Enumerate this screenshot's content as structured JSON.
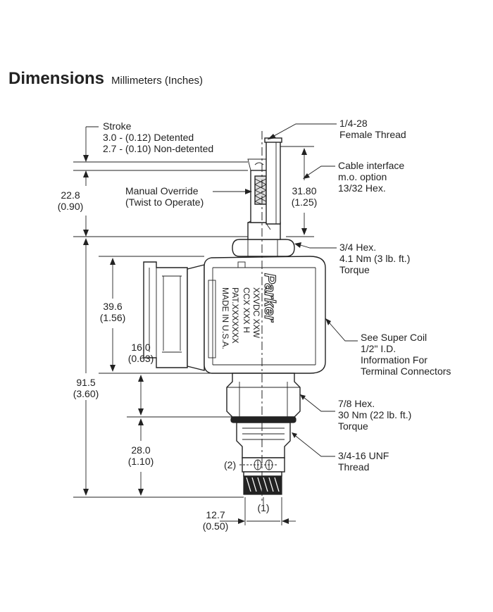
{
  "header": {
    "title": "Dimensions",
    "subtitle": "Millimeters (Inches)"
  },
  "callouts": {
    "stroke": [
      "Stroke",
      "3.0 - (0.12) Detented",
      "2.7 - (0.10) Non-detented"
    ],
    "thread_top": [
      "1/4-28",
      "Female Thread"
    ],
    "cable": [
      "Cable interface",
      "m.o. option",
      "13/32 Hex."
    ],
    "manual_override": [
      "Manual Override",
      "(Twist to Operate)"
    ],
    "hex_small": [
      "3/4 Hex.",
      "4.1 Nm (3 lb. ft.)",
      "Torque"
    ],
    "super_coil": [
      "See Super Coil",
      "1/2\" I.D.",
      "Information For",
      "Terminal Connectors"
    ],
    "hex_large": [
      "7/8 Hex.",
      "30 Nm (22 lb. ft.)",
      "Torque"
    ],
    "unf_thread": [
      "3/4-16 UNF",
      "Thread"
    ]
  },
  "dimensions": {
    "d_22_8": [
      "22.8",
      "(0.90)"
    ],
    "d_31_80": [
      "31.80",
      "(1.25)"
    ],
    "d_39_6": [
      "39.6",
      "(1.56)"
    ],
    "d_16_0": [
      "16.0",
      "(0.63)"
    ],
    "d_91_5": [
      "91.5",
      "(3.60)"
    ],
    "d_28_0": [
      "28.0",
      "(1.10)"
    ],
    "d_12_7": [
      "12.7",
      "(0.50)"
    ]
  },
  "markers": {
    "port_2": "(2)",
    "port_1": "(1)"
  },
  "coil_marking": {
    "logo": "Parker",
    "col1": "XXVDC   XXW",
    "col2": "CCX  XXX  H",
    "col3": "PAT.XXXXXXX",
    "col4": "MADE IN U.S.A."
  },
  "colors": {
    "ink": "#222222",
    "background": "#ffffff"
  }
}
